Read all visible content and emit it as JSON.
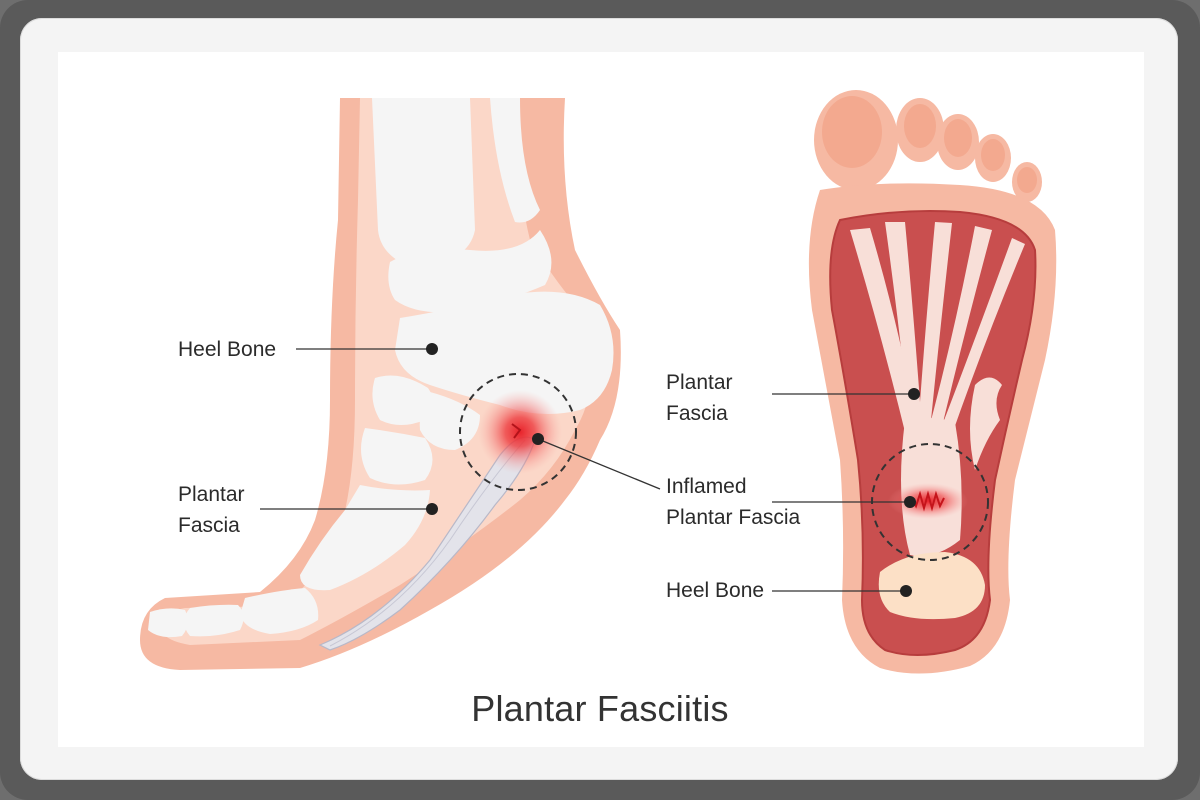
{
  "title": "Plantar Fasciitis",
  "side_view": {
    "heel_bone_label": "Heel Bone",
    "plantar_fascia_label": {
      "line1": "Plantar",
      "line2": "Fascia"
    }
  },
  "sole_view": {
    "plantar_fascia_label": {
      "line1": "Plantar",
      "line2": "Fascia"
    },
    "inflamed_label": {
      "line1": "Inflamed",
      "line2": "Plantar Fascia"
    },
    "heel_bone_label": "Heel Bone"
  },
  "colors": {
    "skin": "#f6b9a3",
    "skin_light": "#fbd7c8",
    "bone": "#f6f6f6",
    "muscle": "#c94f4f",
    "muscle_dark": "#b73d3d",
    "inflammation": "#e8232b",
    "heel_pad": "#fce0c6"
  }
}
